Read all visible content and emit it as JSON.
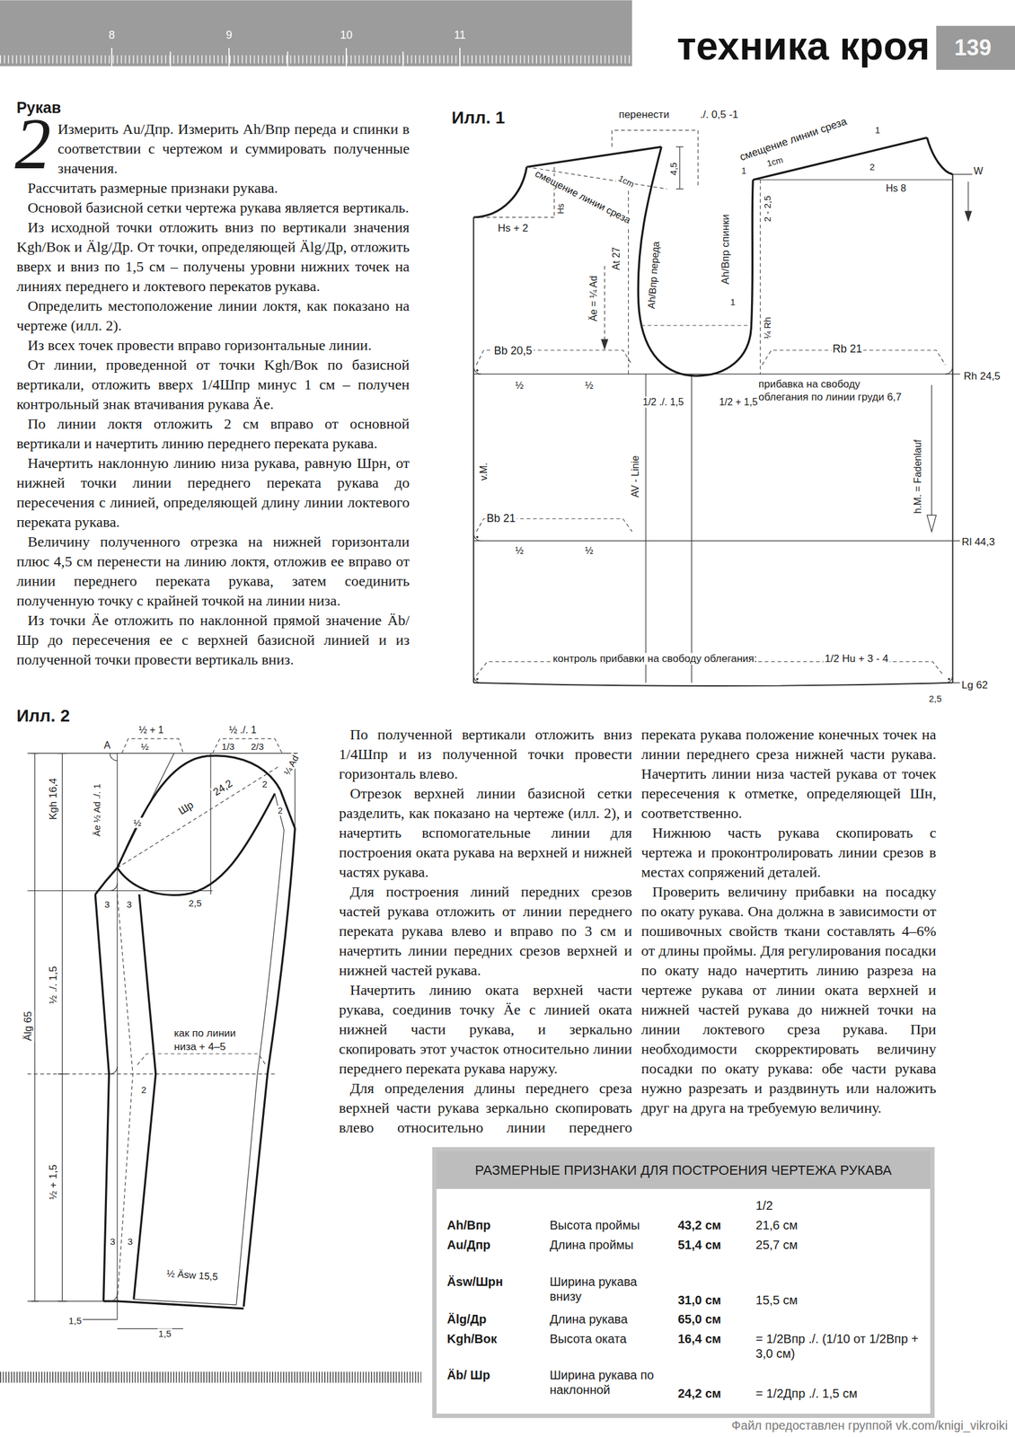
{
  "diagram": {
    "title": "техника кроя",
    "nodes": [
      {
        "text": [
          "РАЗМЕРНЫЕ ПРИЗНАКИ ДЛЯ ПОСТРОЕНИЯ ЧЕРТЕЖА РУКАВА",
          "1/2",
          "Ah/Впр",
          "Высота проймы",
          "43,2 см",
          "21,6 см",
          "Au/Дпр",
          "Длина проймы",
          "51,4 см",
          "25,7 см",
          "Äsw/Шрн",
          "Ширина рукава внизу",
          "31,0 см",
          "15,5 см",
          "Älg/Др",
          "Длина рукава",
          "65,0 см",
          "Kgh/Вок",
          "Высота оката",
          "16,4 см",
          "= 1/2Впр ./. (1/10 от 1/2Впр + 3,0 см)",
          "Äb/ Шр",
          "Ширина рукава по наклонной",
          "24,2 см",
          "= 1/2Дпр ./. 1,5 см"
        ]
      }
    ],
    "labels": [
      "8",
      "9",
      "10",
      "11",
      "139",
      "Рукав",
      "2",
      "Измерить Au/Дпр. Измерить Ah/Впр переда и спинки в соответствии с чертежом и суммировать полученные значения.",
      "Рассчитать размерные признаки рукава.",
      "Основой базисной сетки чертежа рукава является вертикаль.",
      "Из исходной точки отложить вниз по вертикали значения Kgh/Вок и Älg/Др. От точки, определяющей Älg/Др, отложить вверх и вниз по 1,5 см – получены уровни нижних точек на линиях переднего и локтевого перекатов рукава.",
      "Определить местоположение линии локтя, как показано на чертеже (илл. 2).",
      "Из всех точек провести вправо горизонтальные линии.",
      "От линии, проведенной от точки Kgh/Вок по базисной вертикали, отложить вверх 1/4Шпр минус 1 см – получен контрольный знак втачивания рукава Äe.",
      "По линии локтя отложить 2 см вправо от основной вертикали и начертить линию переднего переката рукава.",
      "Начертить наклонную линию низа рукава, равную Шрн, от нижней точки линии переднего переката рукава до пересечения с линией, определяющей длину линии локтевого переката рукава.",
      "Величину полученного отрезка на нижней горизонтали плюс 4,5 см перенести на линию локтя, отложив ее вправо от линии переднего переката рукава, затем соединить полученную точку с крайней точкой на линии низа.",
      "Из точки Äe отложить по наклонной прямой значение Äb/Шр до пересечения ее с верхней базисной линией и из полученной точки провести вертикаль вниз.",
      "Илл. 1",
      "перенести",
      "./. 0,5 -1",
      "смещение линии среза",
      "1",
      "1cm",
      "1",
      "2",
      "Hs 8",
      "W",
      "4,5",
      "смещение линии среза",
      "1cm",
      "Hs",
      "Hs + 2",
      "2 - 2,5",
      "At 27",
      "Äe = ¼ Ad",
      "Ah/Впр переда",
      "Ah/Впр спинки",
      "1",
      "¼ Rh",
      "Bb 20,5",
      "Rb 21",
      "Rh 24,5",
      "½",
      "½",
      "1/2 ./. 1,5",
      "1/2 + 1,5",
      "прибавка на свободу облегания по линии груди 6,7",
      "v.M.",
      "AV - Linie",
      "h.M. = Fadenlauf",
      "Bb 21",
      "½",
      "½",
      "Rl 44,3",
      "контроль прибавки на свободу облегания:",
      "1/2 Hu + 3 - 4",
      "Lg 62",
      "2,5",
      "Илл. 2",
      "½ + 1",
      "½ ./. 1",
      "A",
      "½",
      "1/3",
      "2/3",
      "¼ Ad",
      "½",
      "Шр",
      "24,2",
      "Äe ½ Ad ./. 1",
      "Kgh 16,4",
      "2",
      "2",
      "3",
      "3",
      "2,5",
      "½ ./. 1,5",
      "Älg 65",
      "как по линии низа + 4–5",
      "2",
      "½ + 1,5",
      "3",
      "3",
      "½ Äsw 15,5",
      "1,5",
      "1,5",
      "По полученной вертикали отложить вниз 1/4Шпр и из полученной точки провести горизонталь влево.",
      "Отрезок верхней линии базисной сетки разделить, как показано на чертеже (илл. 2), и начертить вспомогательные линии для построения оката рукава на верхней и нижней частях рукава.",
      "Для построения линий передних срезов частей рукава отложить от линии переднего переката рукава влево и вправо по 3 см и начертить линии передних срезов верхней и нижней частей рукава.",
      "Начертить линию оката верхней части рукава, соединив точку Äe с линией оката нижней части рукава, и зеркально скопировать этот участок относительно линии переднего переката рукава наружу.",
      "Для определения длины переднего среза верхней части рукава зеркально скопировать влево относительно линии переднего",
      "переката рукава положение конечных точек на линии переднего среза нижней части рукава. Начертить линии низа частей рукава от точек пересечения к отметке, определяющей Шн, соответственно.",
      "Нижнюю часть рукава скопировать с чертежа и проконтролировать линии срезов в местах сопряжений деталей.",
      "Проверить величину прибавки на посадку по окату рукава. Она должна в зависимости от пошивочных свойств ткани составлять 4–6% от длины проймы. Для регулирования посадки по окату надо начертить линию разреза на чертеже рукава от линии оката верхней и нижней частей рукава до нижней точки на линии локтевого среза рукава. При необходимости скорректировать величину посадки по окату рукава: обе части рукава нужно разрезать и раздвинуть или наложить друг на друга на требуемую величину.",
      "Файл предоставлен группой vk.com/knigi_vikroiki"
    ]
  }
}
